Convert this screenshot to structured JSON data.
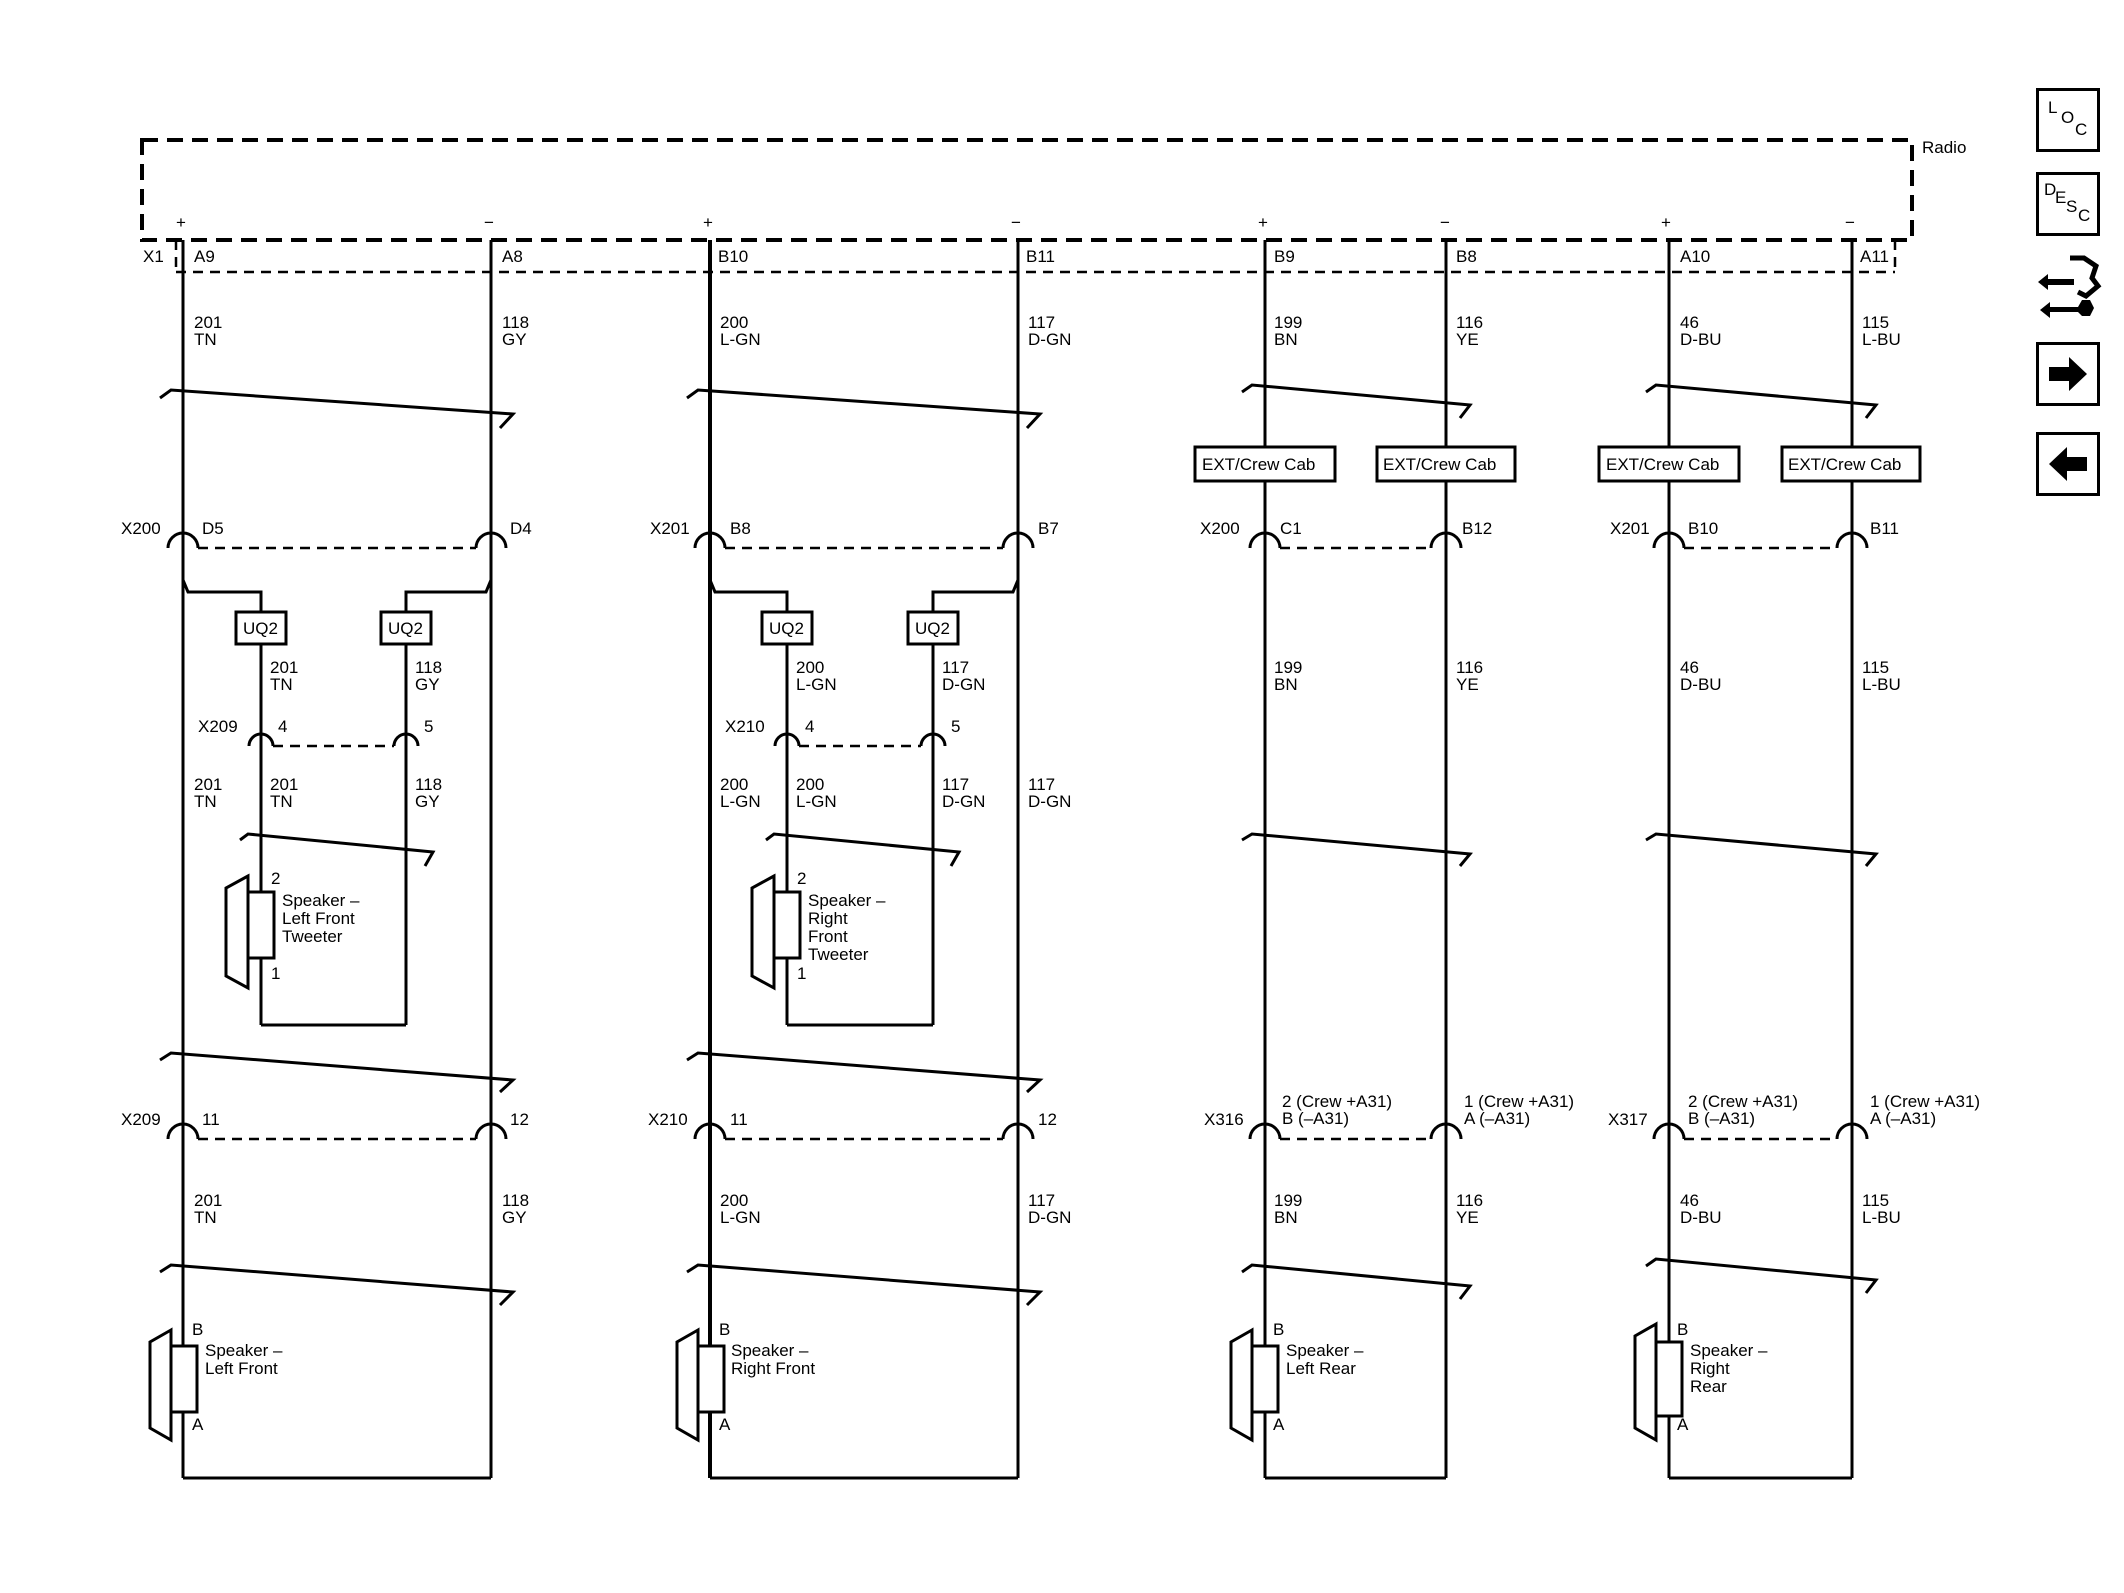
{
  "module": {
    "name": "Radio",
    "connector": "X1"
  },
  "pins": [
    {
      "pin": "A9",
      "pol": "+"
    },
    {
      "pin": "A8",
      "pol": "−"
    },
    {
      "pin": "B10",
      "pol": "+"
    },
    {
      "pin": "B11",
      "pol": "−"
    },
    {
      "pin": "B9",
      "pol": "+"
    },
    {
      "pin": "B8",
      "pol": "−"
    },
    {
      "pin": "A10",
      "pol": "+"
    },
    {
      "pin": "A11",
      "pol": "−"
    }
  ],
  "wires": [
    {
      "ckt": "201",
      "color": "TN"
    },
    {
      "ckt": "118",
      "color": "GY"
    },
    {
      "ckt": "200",
      "color": "L-GN"
    },
    {
      "ckt": "117",
      "color": "D-GN"
    },
    {
      "ckt": "199",
      "color": "BN"
    },
    {
      "ckt": "116",
      "color": "YE"
    },
    {
      "ckt": "46",
      "color": "D-BU"
    },
    {
      "ckt": "115",
      "color": "L-BU"
    }
  ],
  "options": [
    "EXT/Crew Cab",
    "EXT/Crew Cab",
    "EXT/Crew Cab",
    "EXT/Crew Cab"
  ],
  "inline_mid": [
    {
      "conn": "X200",
      "a": "D5",
      "b": "D4"
    },
    {
      "conn": "X201",
      "a": "B8",
      "b": "B7"
    },
    {
      "conn": "X200",
      "a": "C1",
      "b": "B12"
    },
    {
      "conn": "X201",
      "a": "B10",
      "b": "B11"
    }
  ],
  "uq2": [
    "UQ2",
    "UQ2",
    "UQ2",
    "UQ2"
  ],
  "tweeter_conn": [
    {
      "conn": "X209",
      "a": "4",
      "b": "5"
    },
    {
      "conn": "X210",
      "a": "4",
      "b": "5"
    }
  ],
  "tweeters": [
    {
      "pin_top": "2",
      "pin_bottom": "1",
      "l1": "Speaker –",
      "l2": "Left Front",
      "l3": "Tweeter",
      "l4": ""
    },
    {
      "pin_top": "2",
      "pin_bottom": "1",
      "l1": "Speaker –",
      "l2": "Right",
      "l3": "Front",
      "l4": "Tweeter"
    }
  ],
  "lower_conn": [
    {
      "conn": "X209",
      "a": "11",
      "b": "12",
      "a2": "",
      "b2": ""
    },
    {
      "conn": "X210",
      "a": "11",
      "b": "12",
      "a2": "",
      "b2": ""
    },
    {
      "conn": "X316",
      "a": "2 (Crew +A31)",
      "a2": "B (–A31)",
      "b": "1 (Crew +A31)",
      "b2": "A (–A31)"
    },
    {
      "conn": "X317",
      "a": "2 (Crew +A31)",
      "a2": "B (–A31)",
      "b": "1 (Crew +A31)",
      "b2": "A (–A31)"
    }
  ],
  "speakers": [
    {
      "pin_top": "B",
      "pin_bottom": "A",
      "l1": "Speaker –",
      "l2": "Left Front",
      "l3": ""
    },
    {
      "pin_top": "B",
      "pin_bottom": "A",
      "l1": "Speaker –",
      "l2": "Right Front",
      "l3": ""
    },
    {
      "pin_top": "B",
      "pin_bottom": "A",
      "l1": "Speaker –",
      "l2": "Left Rear",
      "l3": ""
    },
    {
      "pin_top": "B",
      "pin_bottom": "A",
      "l1": "Speaker –",
      "l2": "Right",
      "l3": "Rear"
    }
  ],
  "nav": {
    "loc": [
      "L",
      "O",
      "C"
    ],
    "desc": [
      "D",
      "E",
      "S",
      "C"
    ]
  }
}
